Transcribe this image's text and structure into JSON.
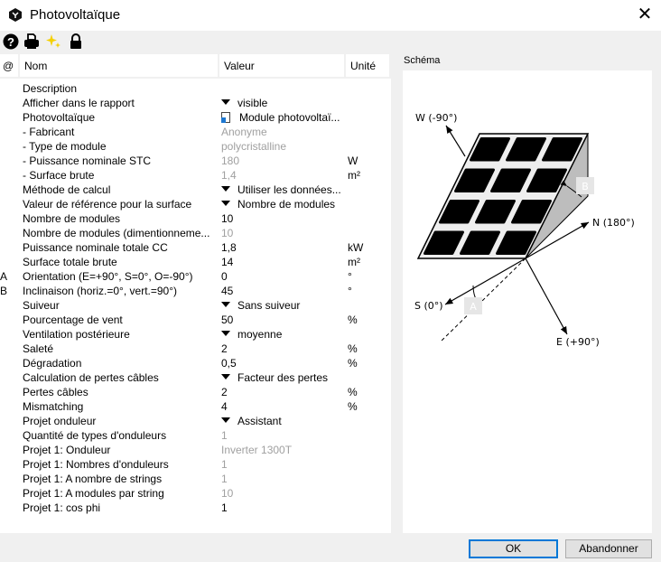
{
  "window": {
    "title": "Photovoltaïque",
    "close": "✕"
  },
  "toolbar": {
    "help": "?",
    "print": "print",
    "wizard": "wizard",
    "lock": "lock"
  },
  "table": {
    "headers": {
      "at": "@",
      "name": "Nom",
      "value": "Valeur",
      "unit": "Unité"
    },
    "rows": [
      {
        "at": "",
        "name": "Description",
        "value": "",
        "unit": "",
        "type": "text"
      },
      {
        "at": "",
        "name": "Afficher dans le rapport",
        "value": "visible",
        "unit": "",
        "type": "dropdown"
      },
      {
        "at": "",
        "name": "Photovoltaïque",
        "value": "Module photovoltaï...",
        "unit": "",
        "type": "link"
      },
      {
        "at": "",
        "name": "- Fabricant",
        "value": "Anonyme",
        "unit": "",
        "type": "readonly"
      },
      {
        "at": "",
        "name": "- Type de module",
        "value": "polycristalline",
        "unit": "",
        "type": "readonly"
      },
      {
        "at": "",
        "name": "- Puissance nominale STC",
        "value": "180",
        "unit": "W",
        "type": "readonly"
      },
      {
        "at": "",
        "name": "- Surface brute",
        "value": "1,4",
        "unit": "m²",
        "type": "readonly"
      },
      {
        "at": "",
        "name": "Méthode de calcul",
        "value": "Utiliser les données...",
        "unit": "",
        "type": "dropdown"
      },
      {
        "at": "",
        "name": "Valeur de référence pour la surface",
        "value": "Nombre de modules",
        "unit": "",
        "type": "dropdown"
      },
      {
        "at": "",
        "name": "Nombre de modules",
        "value": "10",
        "unit": "",
        "type": "text"
      },
      {
        "at": "",
        "name": "Nombre de modules (dimentionneme...",
        "value": "10",
        "unit": "",
        "type": "readonly"
      },
      {
        "at": "",
        "name": "Puissance nominale totale CC",
        "value": "1,8",
        "unit": "kW",
        "type": "text"
      },
      {
        "at": "",
        "name": "Surface totale brute",
        "value": "14",
        "unit": "m²",
        "type": "text"
      },
      {
        "at": "A",
        "name": "Orientation (E=+90°, S=0°, O=-90°)",
        "value": "0",
        "unit": "°",
        "type": "text"
      },
      {
        "at": "B",
        "name": "Inclinaison (horiz.=0°, vert.=90°)",
        "value": "45",
        "unit": "°",
        "type": "text"
      },
      {
        "at": "",
        "name": "Suiveur",
        "value": "Sans suiveur",
        "unit": "",
        "type": "dropdown"
      },
      {
        "at": "",
        "name": "Pourcentage de vent",
        "value": "50",
        "unit": "%",
        "type": "text"
      },
      {
        "at": "",
        "name": "Ventilation postérieure",
        "value": "moyenne",
        "unit": "",
        "type": "dropdown"
      },
      {
        "at": "",
        "name": "Saleté",
        "value": "2",
        "unit": "%",
        "type": "text"
      },
      {
        "at": "",
        "name": "Dégradation",
        "value": "0,5",
        "unit": "%",
        "type": "text"
      },
      {
        "at": "",
        "name": "Calculation de pertes câbles",
        "value": "Facteur des pertes",
        "unit": "",
        "type": "dropdown"
      },
      {
        "at": "",
        "name": "Pertes câbles",
        "value": "2",
        "unit": "%",
        "type": "text"
      },
      {
        "at": "",
        "name": "Mismatching",
        "value": "4",
        "unit": "%",
        "type": "text"
      },
      {
        "at": "",
        "name": "Projet onduleur",
        "value": "Assistant",
        "unit": "",
        "type": "dropdown"
      },
      {
        "at": "",
        "name": "Quantité de types d'onduleurs",
        "value": "1",
        "unit": "",
        "type": "readonly"
      },
      {
        "at": "",
        "name": "Projet 1: Onduleur",
        "value": "Inverter 1300T",
        "unit": "",
        "type": "readonly"
      },
      {
        "at": "",
        "name": "Projet 1: Nombres d'onduleurs",
        "value": "1",
        "unit": "",
        "type": "readonly"
      },
      {
        "at": "",
        "name": "Projet 1: A nombre de strings",
        "value": "1",
        "unit": "",
        "type": "readonly"
      },
      {
        "at": "",
        "name": "Projet 1: A modules par string",
        "value": "10",
        "unit": "",
        "type": "readonly"
      },
      {
        "at": "",
        "name": "Projet 1: cos phi",
        "value": "1",
        "unit": "",
        "type": "text"
      }
    ]
  },
  "schema": {
    "label": "Schéma",
    "west": "W (-90°)",
    "north": "N (180°)",
    "south": "S (0°)",
    "east": "E (+90°)",
    "marker_a": "A",
    "marker_b": "B"
  },
  "footer": {
    "ok": "OK",
    "cancel": "Abandonner"
  }
}
